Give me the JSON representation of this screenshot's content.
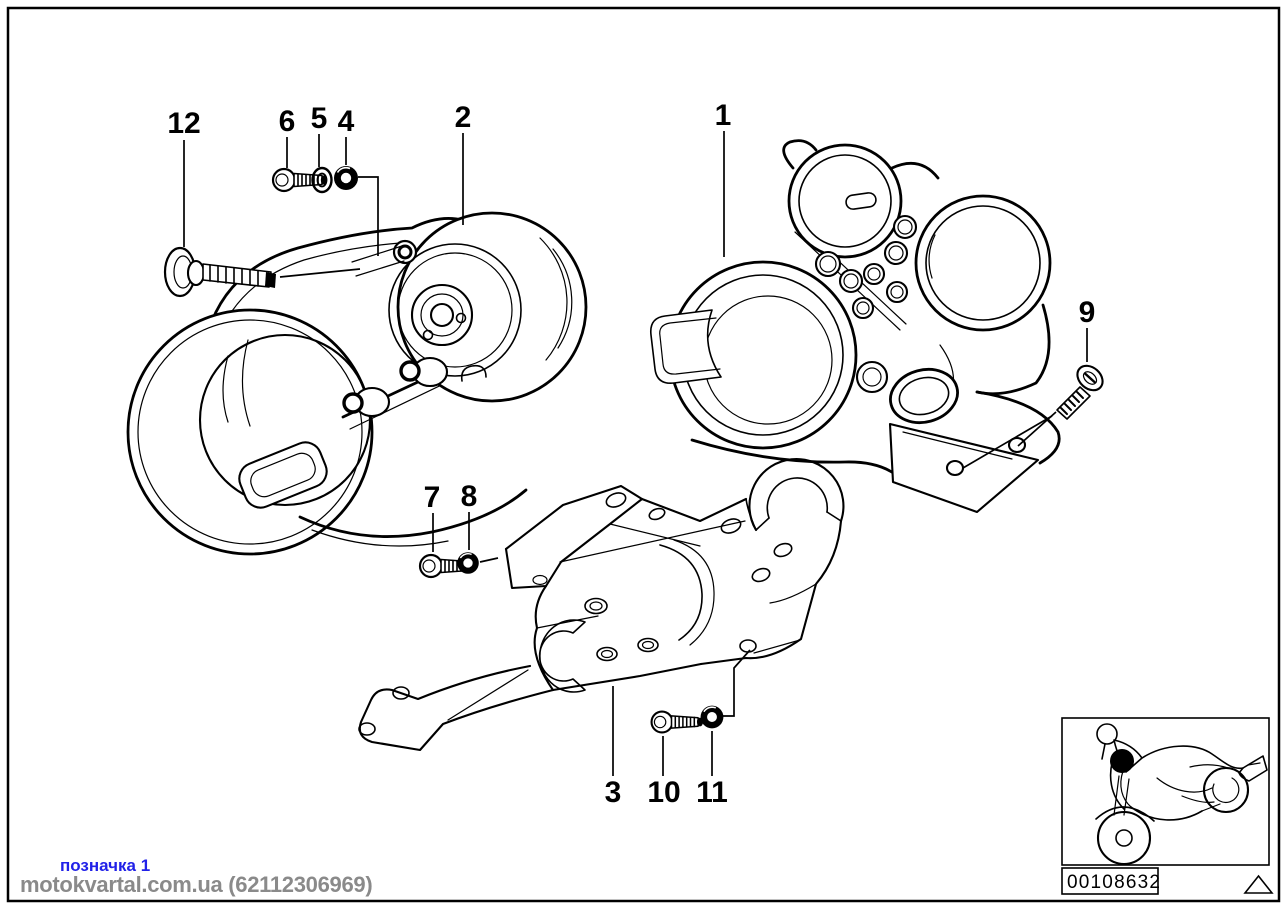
{
  "page": {
    "background": "#ffffff",
    "line_color": "#000000"
  },
  "diagram": {
    "labels": [
      {
        "num": "1"
      },
      {
        "num": "2"
      },
      {
        "num": "3"
      },
      {
        "num": "4"
      },
      {
        "num": "5"
      },
      {
        "num": "6"
      },
      {
        "num": "7"
      },
      {
        "num": "8"
      },
      {
        "num": "9"
      },
      {
        "num": "10"
      },
      {
        "num": "11"
      },
      {
        "num": "12"
      }
    ]
  },
  "stamp": {
    "number": "00108632"
  },
  "watermark": {
    "link_text": "позначка 1",
    "link_color": "#2121e8",
    "site_text": "motokvartal.com.ua (62112306969)",
    "site_color": "#8a8a8a"
  }
}
